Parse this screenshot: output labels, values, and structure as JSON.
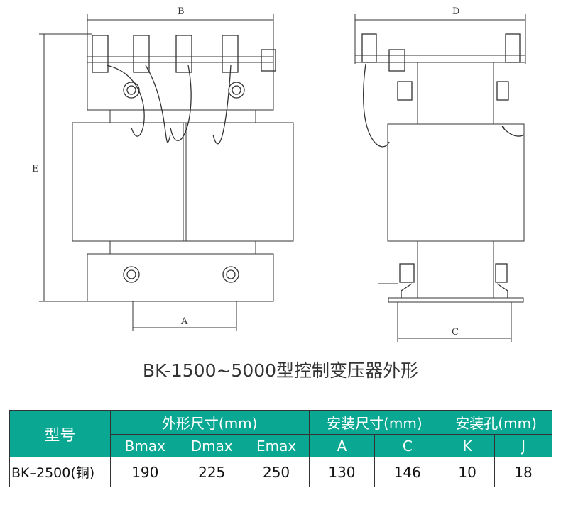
{
  "drawing": {
    "dim_labels": {
      "B": "B",
      "D": "D",
      "E": "E",
      "A": "A",
      "C": "C"
    }
  },
  "title": "BK-1500~5000型控制变压器外形",
  "table": {
    "model_header": "型号",
    "groups": [
      "外形尺寸(mm)",
      "安装尺寸(mm)",
      "安装孔(mm)"
    ],
    "columns": [
      "Bmax",
      "Dmax",
      "Emax",
      "A",
      "C",
      "K",
      "J"
    ],
    "rows": [
      {
        "model": "BK–2500(铜)",
        "values": [
          "190",
          "225",
          "250",
          "130",
          "146",
          "10",
          "18"
        ]
      }
    ]
  },
  "colors": {
    "header_bg": "#0aa893",
    "line": "#333333"
  }
}
